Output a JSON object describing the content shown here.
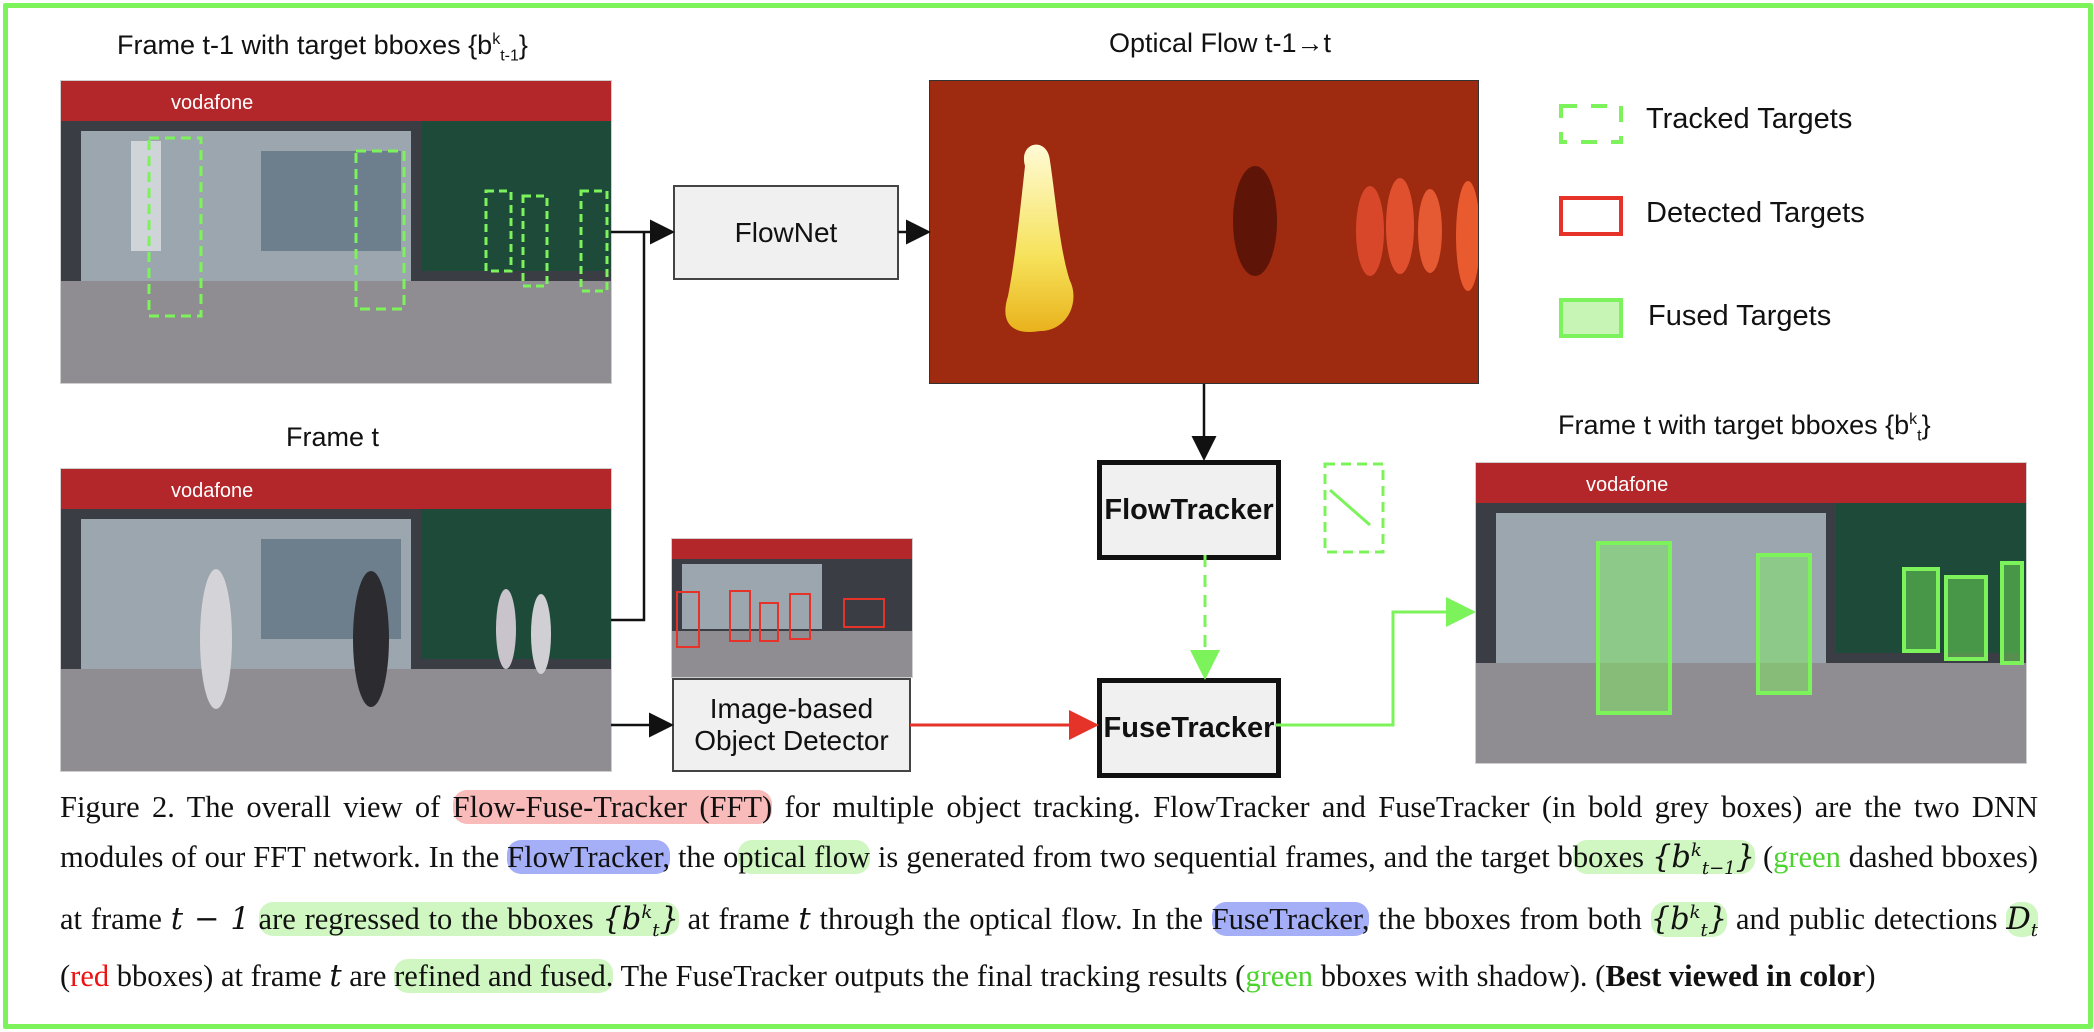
{
  "labels": {
    "frame_prev": "Frame t-1 with target bboxes {b",
    "frame_prev_sup": "k",
    "frame_prev_sub": "t-1",
    "frame_curr": "Frame t",
    "optical_flow": "Optical Flow t-1→t",
    "frame_out": "Frame t with target bboxes {b",
    "frame_out_sup": "k",
    "frame_out_sub": "t",
    "close_brace": "}"
  },
  "boxes": {
    "flownet": "FlowNet",
    "flowtracker": "FlowTracker",
    "fusetracker": "FuseTracker",
    "detector_line1": "Image-based",
    "detector_line2": "Object Detector"
  },
  "legend": {
    "tracked": "Tracked Targets",
    "detected": "Detected Targets",
    "fused": "Fused Targets"
  },
  "caption": {
    "p1": "Figure 2. The overall view of ",
    "p2": "Flow-Fuse-Tracker (FFT)",
    "p3": " for multiple object tracking. FlowTracker and FuseTracker (in bold grey boxes) are the two DNN modules of our FFT network. In the ",
    "p4": "FlowTracker,",
    "p5": " the o",
    "p6": "ptical flow",
    "p7": " is generated from two sequential frames, and the target b",
    "p8": "boxes ",
    "m1": "{b",
    "m1sup": "k",
    "m1sub": "t−1",
    "m1end": "}",
    "p9": " (",
    "p10": "green",
    "p11": " dashed bboxes) at frame ",
    "m2": "t − 1",
    "p12": " ",
    "p13": "are regressed to the bboxes ",
    "m3": "{b",
    "m3sup": "k",
    "m3sub": "t",
    "m3end": "}",
    "p14": " at frame ",
    "m4": "t",
    "p15": " through the optical flow. In the ",
    "p16": "FuseTracker,",
    "p17": " the bboxes from both ",
    "m5": "{b",
    "m5sup": "k",
    "m5sub": "t",
    "m5end": "}",
    "p18": " and public detections ",
    "m6": "D",
    "m6sub": "t",
    "p19": " (",
    "p20": "red",
    "p21": " bboxes) at frame ",
    "m7": "t",
    "p22": " are ",
    "p23": "refined and fused.",
    "p24": " The FuseTracker outputs the final tracking results (",
    "p25": "green",
    "p26": " bboxes with shadow). (",
    "p27": "Best viewed in color",
    "p28": ")"
  },
  "colors": {
    "border": "#7cf35b",
    "tracked": "#7cf35b",
    "detected": "#e5332a",
    "fused": "#7cf35b",
    "flow_bg": "#9e2a10"
  }
}
